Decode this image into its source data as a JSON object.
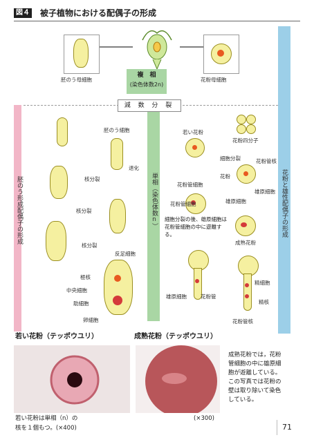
{
  "header": {
    "figure_label": "図４",
    "title": "被子植物における配偶子の形成"
  },
  "center": {
    "parent": "複　相",
    "parent_sub": "(染色体数2n)",
    "meiosis": "減 数 分 裂",
    "mid_band": "単相（染色体数n）"
  },
  "left": {
    "band": "胚のう形成配偶子の形成",
    "labels": [
      "胚のう母細胞",
      "胚のう細胞",
      "退化",
      "核分裂",
      "核分裂",
      "核分裂",
      "反足細胞",
      "極核",
      "中央細胞",
      "助細胞",
      "卵細胞"
    ]
  },
  "right": {
    "band": "花粉と雄性配偶子の形成",
    "labels": [
      "花粉母細胞",
      "若い花粉",
      "花粉四分子",
      "細胞分裂",
      "花粉管細胞",
      "花粉管核",
      "花粉",
      "雄原細胞",
      "雄原細胞",
      "花粉管細胞",
      "細胞分裂の後、雄原細胞は花粉管細胞の中に遊離する。",
      "成熟花粉",
      "精細胞",
      "精核",
      "雄原細胞",
      "花粉管",
      "花粉管核"
    ]
  },
  "photos": {
    "left_title": "若い花粉（テッポウユリ）",
    "right_title": "成熟花粉（テッポウユリ）",
    "left_caption_1": "若い花粉は単相（n）の",
    "left_caption_2": "核を１個もつ。(×400)",
    "right_scale": "(×300)",
    "right_text": [
      "成熟花粉では，花粉",
      "管細胞の中に雄原細",
      "胞が遊離している。",
      "この写真では花粉の",
      "壁は取り除いて染色",
      "している。"
    ]
  },
  "page_number": "71"
}
